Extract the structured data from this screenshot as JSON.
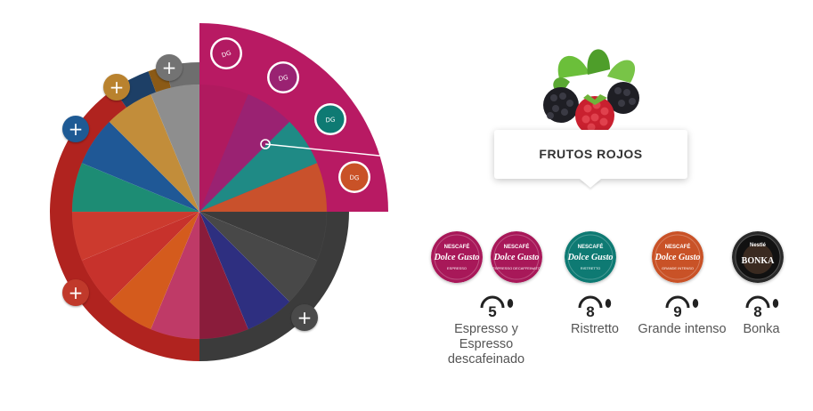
{
  "wheel_aria_label": "Selector de variedades",
  "plus_buttons": [
    {
      "id": "gray",
      "label": "+",
      "color": "#737373"
    },
    {
      "id": "gold",
      "label": "+",
      "color": "#b9822e"
    },
    {
      "id": "blue",
      "label": "+",
      "color": "#1e5a94"
    },
    {
      "id": "red",
      "label": "+",
      "color": "#c0392b"
    },
    {
      "id": "dark",
      "label": "+",
      "color": "#4a4a4a"
    }
  ],
  "selected_category": {
    "label": "FRUTOS ROJOS",
    "color": "#b81a63"
  },
  "products": [
    {
      "name": "Espresso y\nEspresso\ndescafeinado",
      "intensity": "5",
      "capsules": [
        {
          "brand_top": "NESCAFÉ",
          "brand": "Dolce Gusto",
          "sub": "ESPRESSO",
          "color": "#a81859"
        },
        {
          "brand_top": "NESCAFÉ",
          "brand": "Dolce Gusto",
          "sub": "ESPRESSO DECAFFEINATO",
          "color": "#a81859"
        }
      ]
    },
    {
      "name": "Ristretto",
      "intensity": "8",
      "capsules": [
        {
          "brand_top": "NESCAFÉ",
          "brand": "Dolce Gusto",
          "sub": "RISTRETTO",
          "color": "#0e7a73"
        }
      ]
    },
    {
      "name": "Grande intenso",
      "intensity": "9",
      "capsules": [
        {
          "brand_top": "NESCAFÉ",
          "brand": "Dolce Gusto",
          "sub": "GRANDE INTENSO",
          "color": "#c95227"
        }
      ]
    },
    {
      "name": "Bonka",
      "intensity": "8",
      "capsules": [
        {
          "brand_top": "Nestlé",
          "brand": "BONKA",
          "sub": "",
          "color": "#111111"
        }
      ]
    }
  ]
}
